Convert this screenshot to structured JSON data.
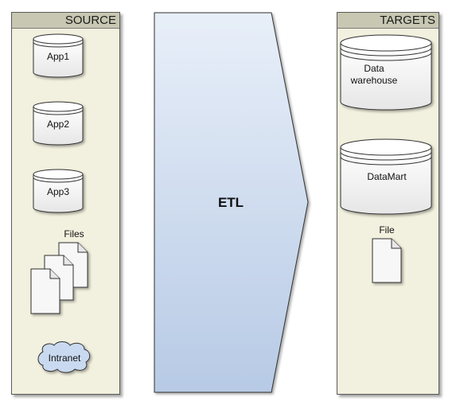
{
  "source": {
    "title": "SOURCE",
    "apps": [
      "App1",
      "App2",
      "App3"
    ],
    "files_label": "Files",
    "intranet_label": "Intranet"
  },
  "etl": {
    "label": "ETL"
  },
  "targets": {
    "title": "TARGETS",
    "data_warehouse_line1": "Data",
    "data_warehouse_line2": "warehouse",
    "datamart_label": "DataMart",
    "file_label": "File"
  },
  "colors": {
    "panel_bg": "#f2f0de",
    "panel_header": "#c8c7b2",
    "etl_top": "#e6eef8",
    "etl_bottom": "#b9cce6",
    "cloud_fill": "#c9daf0"
  }
}
